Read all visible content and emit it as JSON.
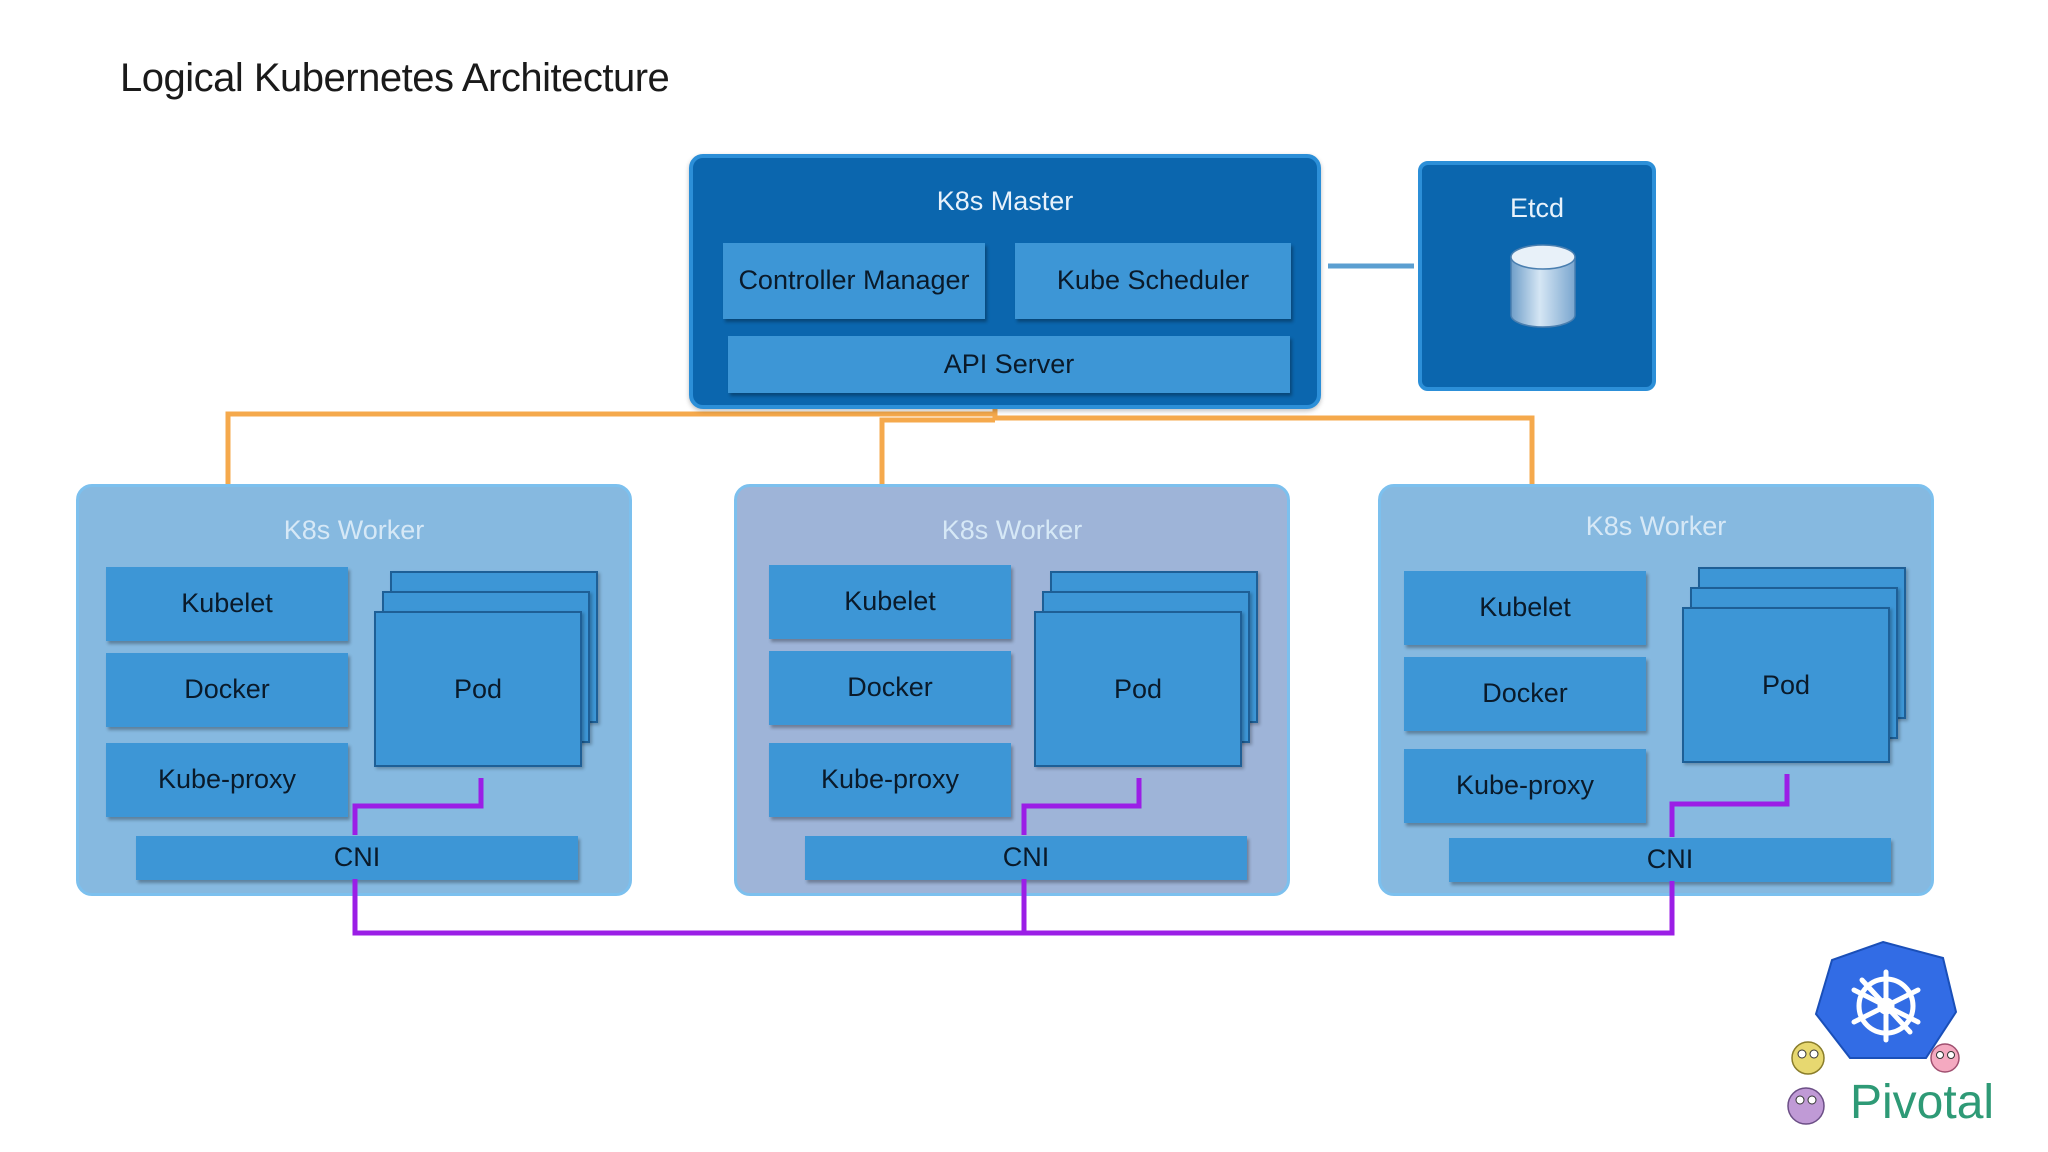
{
  "title": "Logical Kubernetes Architecture",
  "master": {
    "label": "K8s Master",
    "controller_manager": "Controller Manager",
    "kube_scheduler": "Kube Scheduler",
    "api_server": "API Server"
  },
  "etcd": {
    "label": "Etcd"
  },
  "workers": [
    {
      "label": "K8s Worker",
      "kubelet": "Kubelet",
      "docker": "Docker",
      "kube_proxy": "Kube-proxy",
      "pod": "Pod",
      "cni": "CNI"
    },
    {
      "label": "K8s Worker",
      "kubelet": "Kubelet",
      "docker": "Docker",
      "kube_proxy": "Kube-proxy",
      "pod": "Pod",
      "cni": "CNI"
    },
    {
      "label": "K8s Worker",
      "kubelet": "Kubelet",
      "docker": "Docker",
      "kube_proxy": "Kube-proxy",
      "pod": "Pod",
      "cni": "CNI"
    }
  ],
  "logo": {
    "text": "Pivotal",
    "icon": "kubernetes-helm-wheel-icon"
  },
  "colors": {
    "master_fill": "#0b66ae",
    "component_fill": "#3d96d6",
    "worker_fill_1": "#86b9e0",
    "worker_fill_2": "#9eb4d8",
    "worker_fill_3": "#86b9e0",
    "api_link": "#f5a94c",
    "cni_link": "#9b1ee6",
    "etcd_link": "#5b9fd1",
    "logo_green": "#2e9a76"
  }
}
